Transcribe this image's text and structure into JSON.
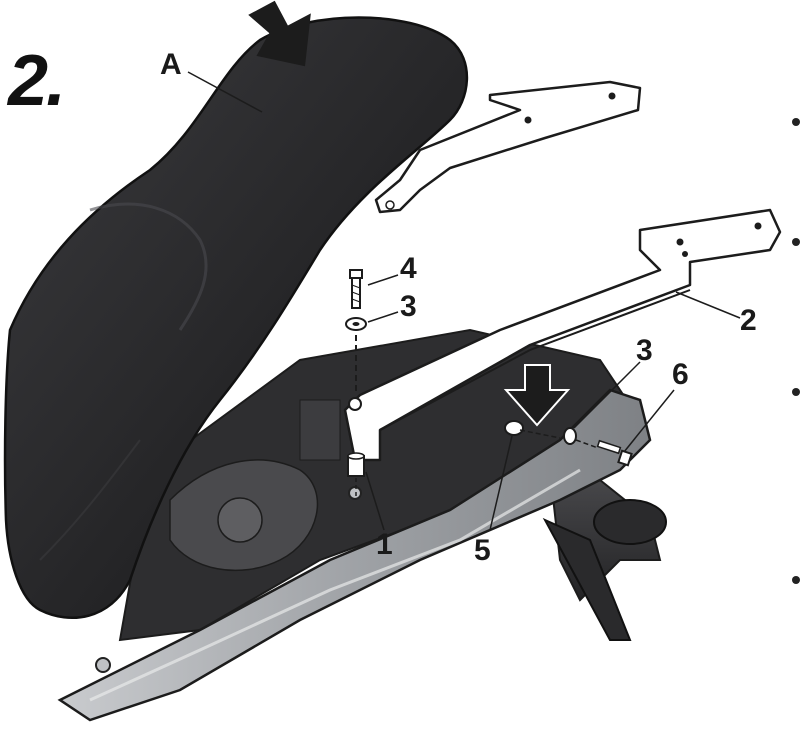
{
  "diagram": {
    "step_number": "2.",
    "labels": {
      "seat": "A",
      "part_1": "1",
      "part_2": "2",
      "part_3_top": "3",
      "part_3_right": "3",
      "part_4": "4",
      "part_5": "5",
      "part_6": "6"
    }
  },
  "colors": {
    "seat": "#2b2b2d",
    "bracket": "#ffffff",
    "tail_fairing": "#a9abae",
    "frame_dark": "#3a3a3c",
    "outline": "#1c1c1c"
  }
}
